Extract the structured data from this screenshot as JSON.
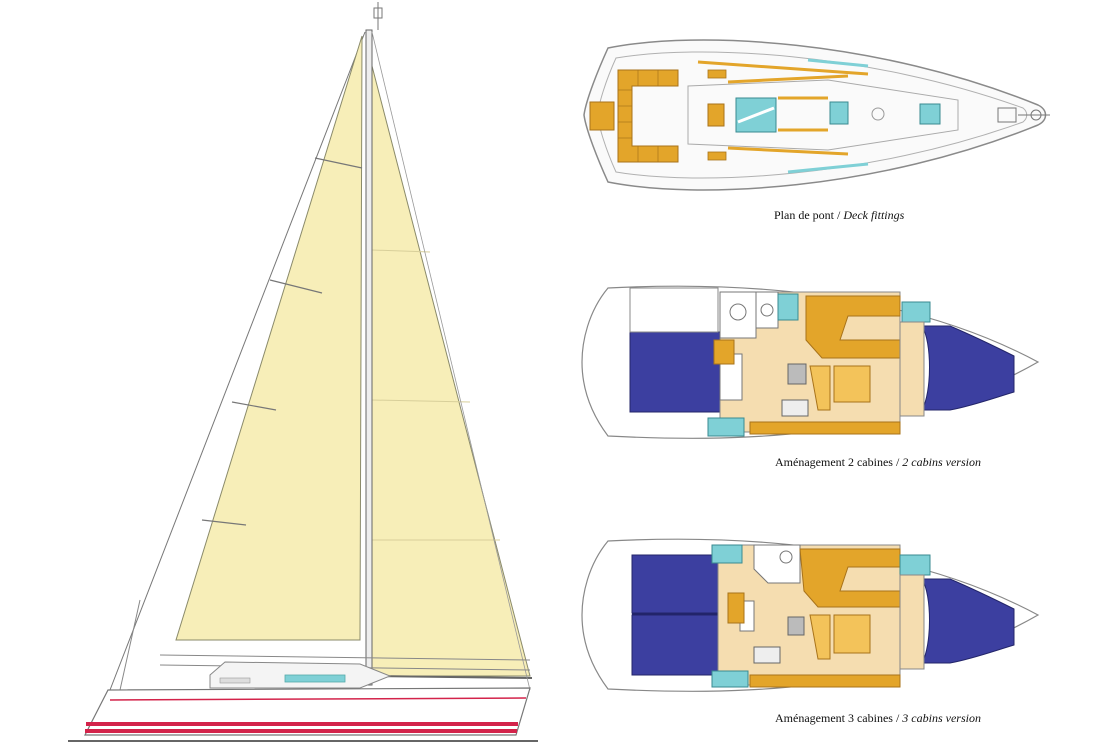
{
  "captions": {
    "deck": {
      "fr": "Plan de pont / ",
      "en": "Deck fittings"
    },
    "two_cabins": {
      "fr": "Aménagement 2 cabines / ",
      "en": "2 cabins version"
    },
    "three_cabins": {
      "fr": "Aménagement 3 cabines / ",
      "en": "3 cabins version"
    }
  },
  "colors": {
    "sail": "#f7eeb8",
    "cabin_blue": "#3c3fa0",
    "wood": "#e3a52a",
    "cushion": "#f3c35a",
    "glass": "#7fd0d6",
    "hull_stripe": "#d3234a",
    "outline": "#6a6a6a"
  }
}
